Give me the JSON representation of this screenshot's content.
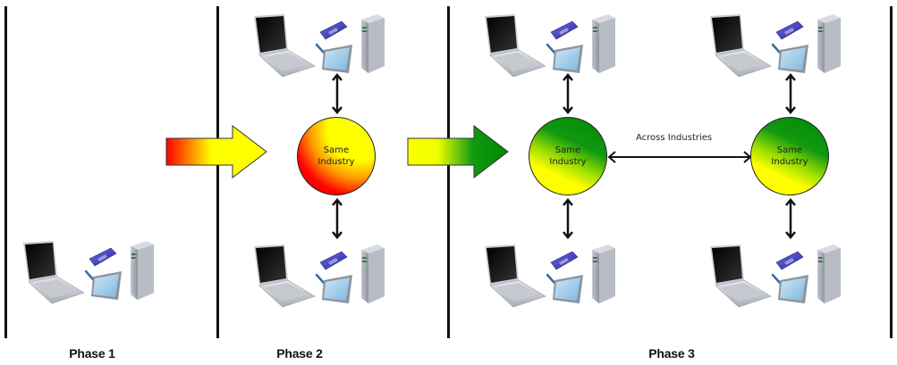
{
  "phases": [
    {
      "label": "Phase 1"
    },
    {
      "label": "Phase 2"
    },
    {
      "label": "Phase 3"
    }
  ],
  "nodes": [
    {
      "label_line1": "Same",
      "label_line2": "Industry",
      "gradient_from": "#ff0000",
      "gradient_to": "#ffff00",
      "phase": "Phase 2"
    },
    {
      "label_line1": "Same",
      "label_line2": "Industry",
      "gradient_from": "#ffff00",
      "gradient_to": "#008800",
      "phase": "Phase 3"
    },
    {
      "label_line1": "Same",
      "label_line2": "Industry",
      "gradient_from": "#ffff00",
      "gradient_to": "#008800",
      "phase": "Phase 3"
    }
  ],
  "connector": {
    "label": "Across Industries"
  },
  "transition_arrows": [
    {
      "from_color": "#ff0000",
      "to_color": "#ffff00",
      "meaning": "Phase 1 to Phase 2"
    },
    {
      "from_color": "#ffff00",
      "to_color": "#008800",
      "meaning": "Phase 2 to Phase 3"
    }
  ],
  "device_icons": [
    "laptop-icon",
    "mobile-phone-icon",
    "tablet-stylus-icon",
    "server-tower-icon"
  ],
  "colors": {
    "red": "#ff0000",
    "yellow": "#ffff00",
    "green": "#008800",
    "line": "#111111"
  }
}
